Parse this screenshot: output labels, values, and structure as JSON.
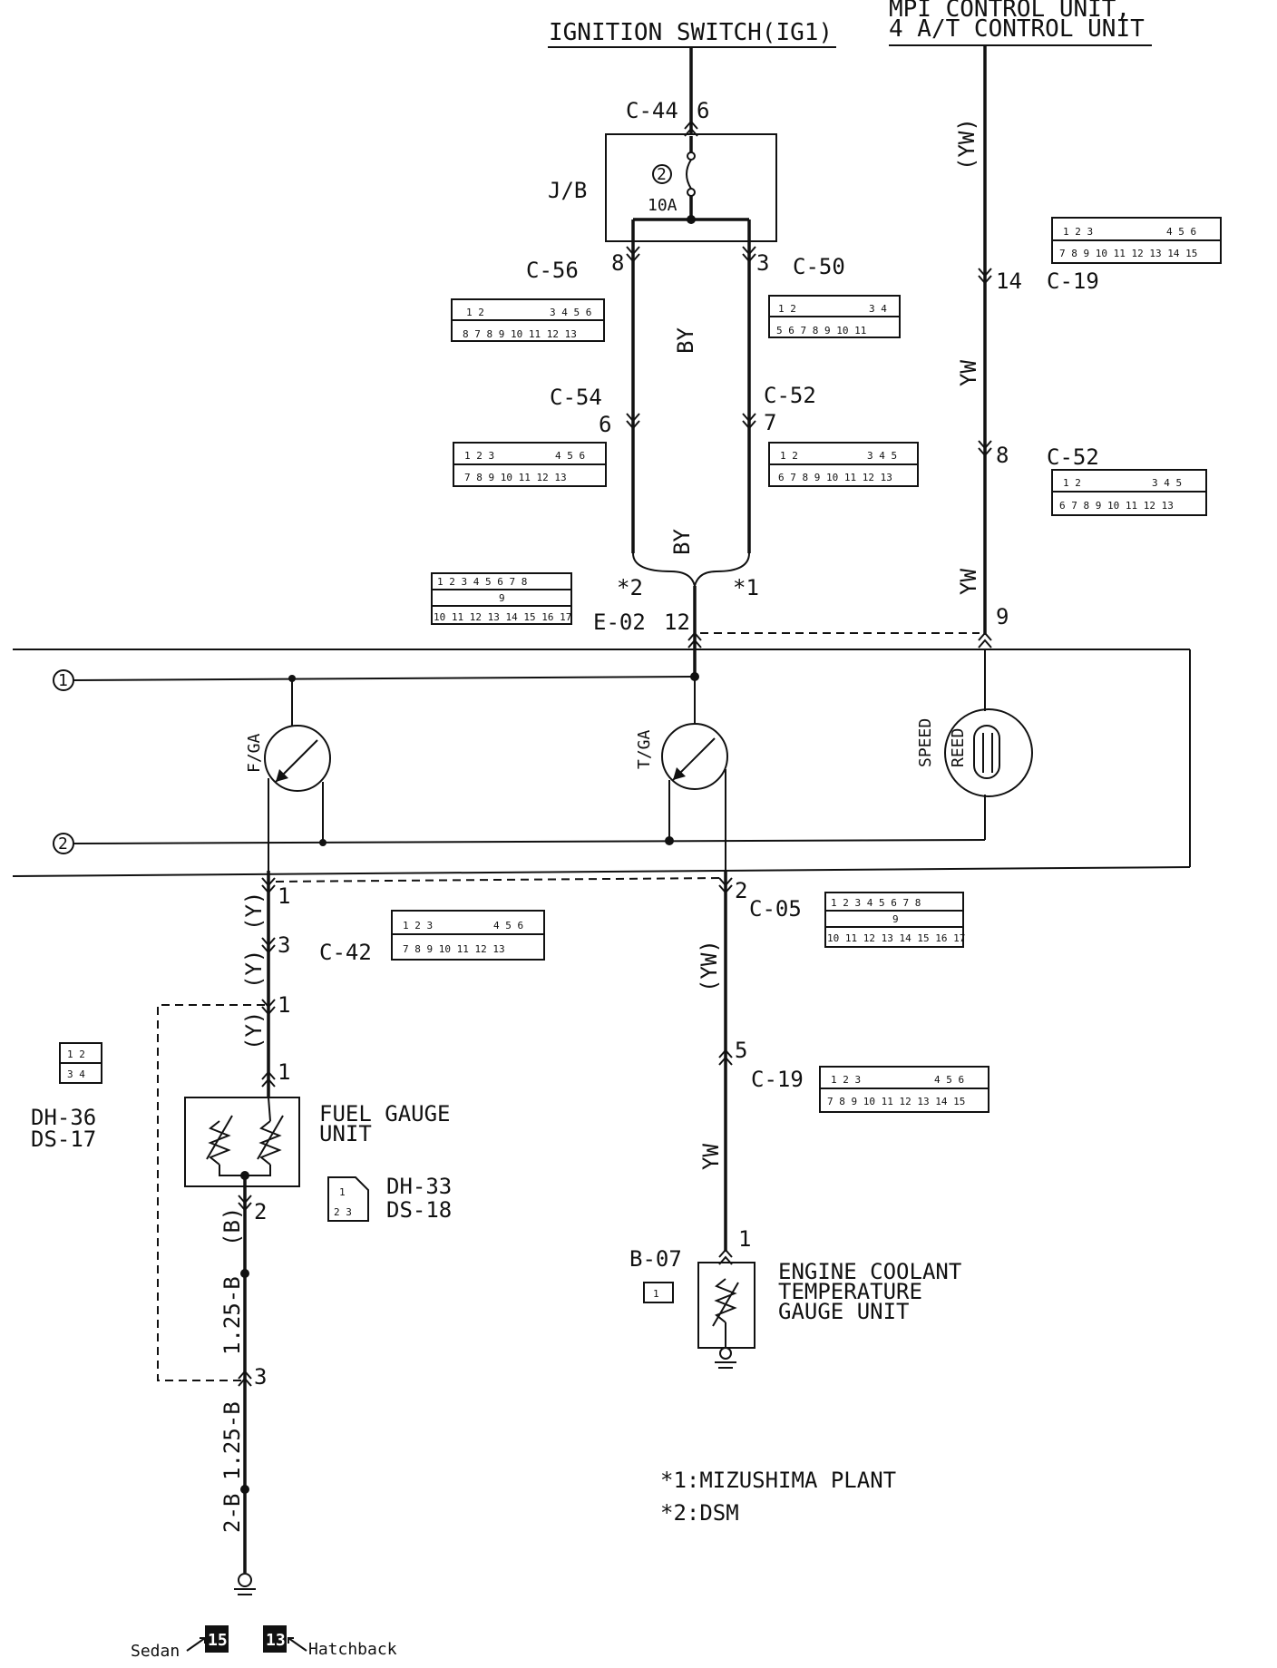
{
  "sources": {
    "ignition": "IGNITION SWITCH(IG1)",
    "mpi_line1": "MPI CONTROL UNIT,",
    "mpi_line2": "4 A/T CONTROL UNIT"
  },
  "junction_block": {
    "label": "J/B",
    "fuse_no": "2",
    "fuse_rating": "10A"
  },
  "connectors": {
    "c44": "C-44",
    "c44_pin": "6",
    "c56": "C-56",
    "c56_pin": "8",
    "c50": "C-50",
    "c50_pin": "3",
    "c54": "C-54",
    "c54_pin": "6",
    "c52": "C-52",
    "c52_pin": "7",
    "c19a": "C-19",
    "c19a_pin": "14",
    "c52b": "C-52",
    "c52b_pin": "8",
    "e02": "E-02",
    "e02_pin": "12",
    "e02_pin_r": "9",
    "c05": "C-05",
    "c05_pin": "2",
    "c42": "C-42",
    "pin_1": "1",
    "pin_3": "3",
    "pin_1b": "1",
    "pin_1c": "1",
    "c19b": "C-19",
    "c19b_pin": "5",
    "b07": "B-07",
    "b07_pin": "1",
    "fg_pin2": "2",
    "fg_pin3": "3"
  },
  "wires": {
    "by_a": "BY",
    "by_b": "BY",
    "yw_paren": "(YW)",
    "yw_a": "YW",
    "yw_b": "YW",
    "y1": "(Y)",
    "y2": "(Y)",
    "y3": "(Y)",
    "yw_c": "(YW)",
    "yw_d": "YW",
    "b": "(B)",
    "b125a": "1.25-B",
    "b125b": "1.25-B",
    "b2": "2-B"
  },
  "markers": {
    "star2": "*2",
    "star1": "*1",
    "circle1": "1",
    "circle2": "2"
  },
  "gauges": {
    "fga": "F/GA",
    "tga": "T/GA",
    "speed": "SPEED",
    "reed": "REED"
  },
  "units": {
    "fuel_l1": "FUEL GAUGE",
    "fuel_l2": "UNIT",
    "dh36": "DH-36",
    "ds17": "DS-17",
    "dh33": "DH-33",
    "ds18": "DS-18",
    "ect_l1": "ENGINE COOLANT",
    "ect_l2": "TEMPERATURE",
    "ect_l3": "GAUGE UNIT"
  },
  "notes": {
    "n1": "*1:MIZUSHIMA PLANT",
    "n2": "*2:DSM"
  },
  "grounds": {
    "sedan": "Sedan",
    "sedan_no": "15",
    "hatch_no": "13",
    "hatch": "Hatchback"
  }
}
